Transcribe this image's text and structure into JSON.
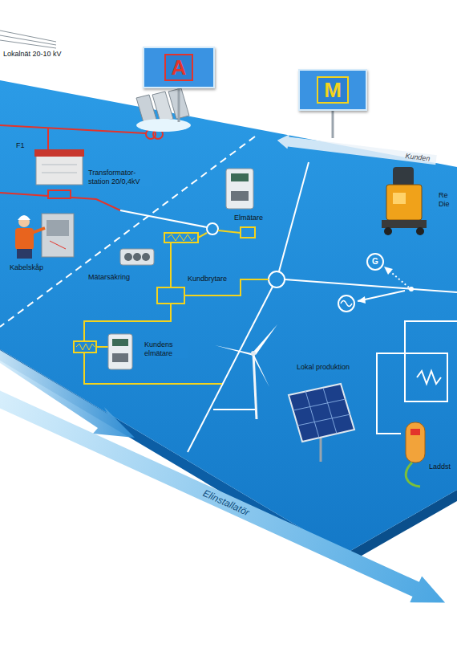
{
  "diagram": {
    "nodes": [
      {
        "text": [
          "A"
        ]
      },
      {
        "text": [
          "M"
        ]
      },
      {
        "text": [
          "Kunden"
        ]
      },
      {
        "text": [
          "Elinstallatör"
        ]
      }
    ],
    "labels": [
      "Lokalnät 20-10 kV",
      "F1",
      "Transformator- station 20/0,4kV",
      "Elmätare",
      "Kabelskåp",
      "Mätarsäkring",
      "Kundbrytare",
      "Kundens elmätare",
      "G",
      "Lokal produktion",
      "Re Die",
      "Laddst"
    ]
  }
}
